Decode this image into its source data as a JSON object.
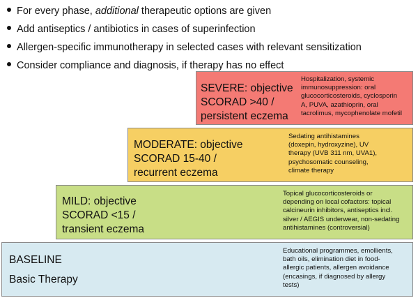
{
  "bullets": [
    {
      "prefix": "For every phase, ",
      "emphasis": "additional",
      "suffix": " therapeutic options are given"
    },
    {
      "prefix": "Add antiseptics / antibiotics in cases of superinfection",
      "emphasis": "",
      "suffix": ""
    },
    {
      "prefix": "Allergen-specific immunotherapy in selected cases with relevant sensitization",
      "emphasis": "",
      "suffix": ""
    },
    {
      "prefix": "Consider compliance and diagnosis, if therapy has no effect",
      "emphasis": "",
      "suffix": ""
    }
  ],
  "steps": {
    "severe": {
      "label_lines": [
        "SEVERE: objective",
        "SCORAD >40 /",
        "persistent eczema"
      ],
      "desc_lines": [
        "Hospitalization, systemic",
        "immunosuppression: oral",
        "glucocorticosteroids, cyclosporin",
        "A, PUVA, azathioprin, oral",
        "tacrolimus, mycophenolate mofetil"
      ],
      "color": "#f47a74"
    },
    "moderate": {
      "label_lines": [
        "MODERATE: objective",
        "SCORAD 15-40 /",
        "recurrent eczema"
      ],
      "desc_lines": [
        "Sedating antihistamines",
        "(doxepin, hydroxyzine), UV",
        "therapy (UVB 311 nm, UVA1),",
        "psychosomatic counseling,",
        "climate therapy"
      ],
      "color": "#f6cf63"
    },
    "mild": {
      "label_lines": [
        "MILD: objective",
        "SCORAD <15 /",
        "transient eczema"
      ],
      "desc_lines": [
        "Topical glucocorticosteroids or",
        "depending on local cofactors: topical",
        "calcineurin inhibitors, antiseptics incl.",
        "silver / AEGIS underwear, non-sedating",
        "antihistamines (controversial)"
      ],
      "color": "#c8de86"
    },
    "baseline": {
      "label_lines": [
        "BASELINE",
        "Basic Therapy"
      ],
      "desc_lines": [
        "Educational programmes, emollients,",
        "bath oils, elimination diet in food-",
        "allergic patients, allergen avoidance",
        "(encasings, if diagnosed by allergy",
        "tests)"
      ],
      "color": "#d7eaf1"
    }
  }
}
